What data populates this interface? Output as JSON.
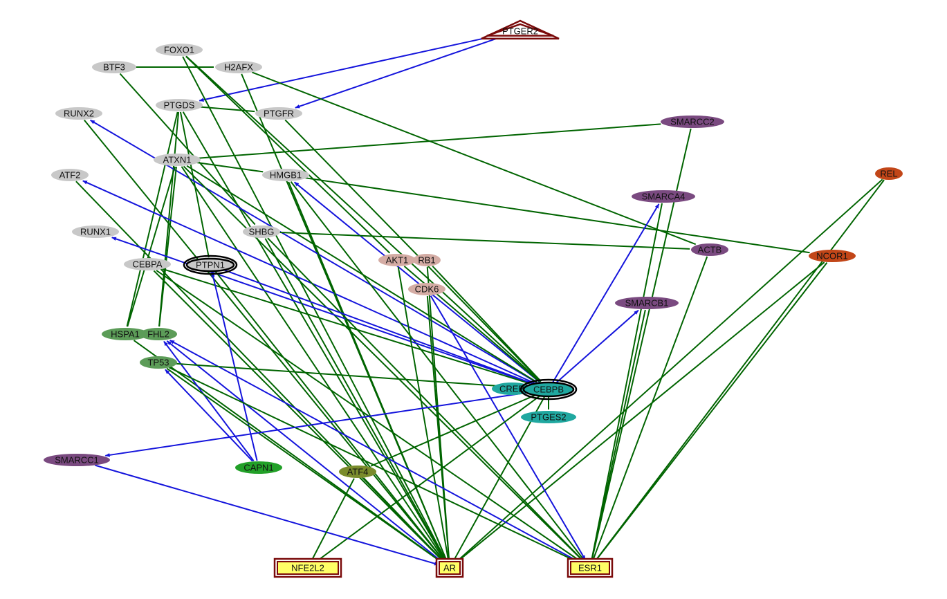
{
  "colors": {
    "activation": "#006400",
    "inhibition": "#1414dc",
    "gray": "#c8c8c8",
    "purple": "#7a4a80",
    "pink": "#d4aca4",
    "teal": "#20a8a0",
    "lightgreen": "#5c9c58",
    "green": "#22a028",
    "olive": "#7a8c2c",
    "orange": "#c24618",
    "darkred": "#7a0a0a",
    "yellow": "#ffff66",
    "black": "#000000"
  },
  "nodes": [
    {
      "id": "PTGER2",
      "shape": "triangle",
      "color": "darkred"
    },
    {
      "id": "FOXO1",
      "shape": "ellipse",
      "color": "gray"
    },
    {
      "id": "BTF3",
      "shape": "ellipse",
      "color": "gray"
    },
    {
      "id": "H2AFX",
      "shape": "ellipse",
      "color": "gray"
    },
    {
      "id": "RUNX2",
      "shape": "ellipse",
      "color": "gray"
    },
    {
      "id": "PTGDS",
      "shape": "ellipse",
      "color": "gray"
    },
    {
      "id": "PTGFR",
      "shape": "ellipse",
      "color": "gray"
    },
    {
      "id": "SMARCC2",
      "shape": "ellipse",
      "color": "purple"
    },
    {
      "id": "ATXN1",
      "shape": "ellipse",
      "color": "gray"
    },
    {
      "id": "ATF2",
      "shape": "ellipse",
      "color": "gray"
    },
    {
      "id": "HMGB1",
      "shape": "ellipse",
      "color": "gray"
    },
    {
      "id": "REL",
      "shape": "ellipse",
      "color": "orange"
    },
    {
      "id": "SMARCA4",
      "shape": "ellipse",
      "color": "purple"
    },
    {
      "id": "RUNX1",
      "shape": "ellipse",
      "color": "gray"
    },
    {
      "id": "SHBG",
      "shape": "ellipse",
      "color": "gray"
    },
    {
      "id": "ACTB",
      "shape": "ellipse",
      "color": "purple"
    },
    {
      "id": "NCOR1",
      "shape": "ellipse",
      "color": "orange"
    },
    {
      "id": "CEBPA",
      "shape": "ellipse",
      "color": "gray"
    },
    {
      "id": "PTPN1",
      "shape": "double-ellipse",
      "color": "gray"
    },
    {
      "id": "AKT1",
      "shape": "ellipse",
      "color": "pink"
    },
    {
      "id": "RB1",
      "shape": "ellipse",
      "color": "pink"
    },
    {
      "id": "CDK6",
      "shape": "ellipse",
      "color": "pink"
    },
    {
      "id": "SMARCB1",
      "shape": "ellipse",
      "color": "purple"
    },
    {
      "id": "HSPA1",
      "shape": "ellipse",
      "color": "lightgreen"
    },
    {
      "id": "FHL2",
      "shape": "ellipse",
      "color": "lightgreen"
    },
    {
      "id": "TP53",
      "shape": "ellipse",
      "color": "lightgreen"
    },
    {
      "id": "CREB",
      "shape": "ellipse",
      "color": "teal"
    },
    {
      "id": "CEBPB",
      "shape": "double-ellipse",
      "color": "teal"
    },
    {
      "id": "PTGES2",
      "shape": "ellipse",
      "color": "teal"
    },
    {
      "id": "SMARCC1",
      "shape": "ellipse",
      "color": "purple"
    },
    {
      "id": "CAPN1",
      "shape": "ellipse",
      "color": "green"
    },
    {
      "id": "ATF4",
      "shape": "ellipse",
      "color": "olive"
    },
    {
      "id": "NFE2L2",
      "shape": "double-box",
      "color": "yellow"
    },
    {
      "id": "AR",
      "shape": "double-box",
      "color": "yellow"
    },
    {
      "id": "ESR1",
      "shape": "double-box",
      "color": "yellow"
    }
  ],
  "edges": [
    {
      "source": "PTGER2",
      "target": "PTGDS",
      "type": "inhibition"
    },
    {
      "source": "PTGER2",
      "target": "PTGFR",
      "type": "inhibition"
    },
    {
      "source": "BTF3",
      "target": "H2AFX",
      "type": "activation"
    },
    {
      "source": "BTF3",
      "target": "SHBG",
      "type": "activation"
    },
    {
      "source": "FOXO1",
      "target": "AKT1",
      "type": "activation"
    },
    {
      "source": "FOXO1",
      "target": "CEBPB",
      "type": "activation"
    },
    {
      "source": "FOXO1",
      "target": "AR",
      "type": "activation"
    },
    {
      "source": "H2AFX",
      "target": "ACTB",
      "type": "activation"
    },
    {
      "source": "H2AFX",
      "target": "AR",
      "type": "activation"
    },
    {
      "source": "PTGDS",
      "target": "PTGFR",
      "type": "activation"
    },
    {
      "source": "PTGDS",
      "target": "PTPN1",
      "type": "activation"
    },
    {
      "source": "PTGDS",
      "target": "HSPA1",
      "type": "activation"
    },
    {
      "source": "PTGDS",
      "target": "FHL2",
      "type": "activation"
    },
    {
      "source": "PTGDS",
      "target": "AR",
      "type": "activation"
    },
    {
      "source": "PTGFR",
      "target": "CEBPB",
      "type": "activation"
    },
    {
      "source": "CEBPB",
      "target": "RUNX2",
      "type": "inhibition"
    },
    {
      "source": "RUNX2",
      "target": "AR",
      "type": "activation"
    },
    {
      "source": "ATXN1",
      "target": "SMARCC2",
      "type": "activation"
    },
    {
      "source": "ATXN1",
      "target": "HMGB1",
      "type": "activation"
    },
    {
      "source": "ATXN1",
      "target": "CEBPB",
      "type": "activation"
    },
    {
      "source": "ATXN1",
      "target": "AR",
      "type": "activation"
    },
    {
      "source": "ATXN1",
      "target": "ESR1",
      "type": "activation"
    },
    {
      "source": "ATXN1",
      "target": "HSPA1",
      "type": "activation"
    },
    {
      "source": "ATXN1",
      "target": "FHL2",
      "type": "activation"
    },
    {
      "source": "CEBPB",
      "target": "ATF2",
      "type": "inhibition"
    },
    {
      "source": "ATF2",
      "target": "AR",
      "type": "activation"
    },
    {
      "source": "HMGB1",
      "target": "NCOR1",
      "type": "activation"
    },
    {
      "source": "HMGB1",
      "target": "AR",
      "type": "activation"
    },
    {
      "source": "HMGB1",
      "target": "ESR1",
      "type": "activation"
    },
    {
      "source": "CEBPB",
      "target": "HMGB1",
      "type": "inhibition"
    },
    {
      "source": "SMARCC2",
      "target": "ESR1",
      "type": "activation"
    },
    {
      "source": "SMARCA4",
      "target": "ESR1",
      "type": "activation"
    },
    {
      "source": "CEBPB",
      "target": "SMARCA4",
      "type": "inhibition"
    },
    {
      "source": "REL",
      "target": "AR",
      "type": "activation"
    },
    {
      "source": "REL",
      "target": "ESR1",
      "type": "activation"
    },
    {
      "source": "CEBPB",
      "target": "RUNX1",
      "type": "inhibition"
    },
    {
      "source": "SHBG",
      "target": "ACTB",
      "type": "activation"
    },
    {
      "source": "SHBG",
      "target": "AR",
      "type": "activation"
    },
    {
      "source": "SHBG",
      "target": "ESR1",
      "type": "activation"
    },
    {
      "source": "ACTB",
      "target": "ESR1",
      "type": "activation"
    },
    {
      "source": "NCOR1",
      "target": "AR",
      "type": "activation"
    },
    {
      "source": "NCOR1",
      "target": "ESR1",
      "type": "activation"
    },
    {
      "source": "CEBPA",
      "target": "CEBPB",
      "type": "activation"
    },
    {
      "source": "CEBPA",
      "target": "AR",
      "type": "activation"
    },
    {
      "source": "CEBPA",
      "target": "ESR1",
      "type": "activation"
    },
    {
      "source": "PTPN1",
      "target": "CEBPB",
      "type": "inhibition"
    },
    {
      "source": "PTPN1",
      "target": "AR",
      "type": "activation"
    },
    {
      "source": "CAPN1",
      "target": "PTPN1",
      "type": "inhibition"
    },
    {
      "source": "AKT1",
      "target": "CEBPB",
      "type": "activation"
    },
    {
      "source": "AKT1",
      "target": "AR",
      "type": "activation"
    },
    {
      "source": "RB1",
      "target": "AR",
      "type": "activation"
    },
    {
      "source": "RB1",
      "target": "CEBPB",
      "type": "activation"
    },
    {
      "source": "CDK6",
      "target": "AR",
      "type": "activation"
    },
    {
      "source": "CDK6",
      "target": "ESR1",
      "type": "inhibition"
    },
    {
      "source": "CEBPB",
      "target": "SMARCB1",
      "type": "inhibition"
    },
    {
      "source": "SMARCB1",
      "target": "ESR1",
      "type": "activation"
    },
    {
      "source": "HSPA1",
      "target": "AR",
      "type": "activation"
    },
    {
      "source": "CAPN1",
      "target": "FHL2",
      "type": "inhibition"
    },
    {
      "source": "AR",
      "target": "FHL2",
      "type": "inhibition"
    },
    {
      "source": "ESR1",
      "target": "FHL2",
      "type": "inhibition"
    },
    {
      "source": "TP53",
      "target": "CEBPB",
      "type": "activation"
    },
    {
      "source": "TP53",
      "target": "AR",
      "type": "activation"
    },
    {
      "source": "TP53",
      "target": "ESR1",
      "type": "activation"
    },
    {
      "source": "CAPN1",
      "target": "TP53",
      "type": "inhibition"
    },
    {
      "source": "CEBPB",
      "target": "PTGES2",
      "type": "activation"
    },
    {
      "source": "CEBPB",
      "target": "SMARCC1",
      "type": "inhibition"
    },
    {
      "source": "CEBPB",
      "target": "ATF4",
      "type": "activation"
    },
    {
      "source": "CEBPB",
      "target": "NFE2L2",
      "type": "activation"
    },
    {
      "source": "CEBPB",
      "target": "AR",
      "type": "activation"
    },
    {
      "source": "SMARCC1",
      "target": "AR",
      "type": "inhibition"
    },
    {
      "source": "ATF4",
      "target": "NFE2L2",
      "type": "activation"
    },
    {
      "source": "ATF4",
      "target": "AR",
      "type": "activation"
    }
  ]
}
